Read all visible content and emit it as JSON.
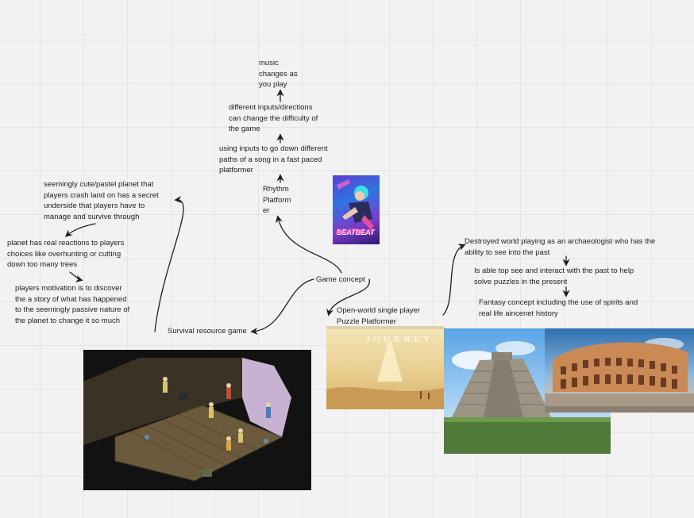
{
  "center": {
    "label": "Game concept"
  },
  "rhythm": {
    "title_lines": [
      "Rhythm",
      "Platform",
      "er"
    ],
    "notes": [
      {
        "lines": [
          "using inputs to go down different",
          "paths of a song in a fast paced",
          "platformer"
        ]
      },
      {
        "lines": [
          "different inputs/directions",
          "can change the difficulty of",
          "the game"
        ]
      },
      {
        "lines": [
          "music",
          "changes as",
          "you play"
        ]
      }
    ],
    "image": {
      "logo_text": "BEATBEAT"
    }
  },
  "survival": {
    "title": "Survival resource game",
    "notes": [
      {
        "lines": [
          "seemingly cute/pastel planet that",
          "players crash land on has a secret",
          "underside that players have to",
          "manage and survive through"
        ]
      },
      {
        "lines": [
          "planet has real reactions to players",
          "choices like overhunting or cutting",
          "down too many trees"
        ]
      },
      {
        "lines": [
          "players motivation is to discover",
          "the a story of what has happened",
          "to the seemingly passive nature of",
          "the planet to change it so much"
        ]
      }
    ]
  },
  "puzzle": {
    "title_lines": [
      "Open-world single player",
      "Puzzle Platformer"
    ],
    "notes": [
      {
        "lines": [
          "Destroyed world  playing as an archaeologist who has the",
          "ability to see into the past"
        ]
      },
      {
        "lines": [
          "Is able top see and interact with the past to help",
          "solve puzzles in the present"
        ]
      },
      {
        "lines": [
          "Fantasy concept including the use of spirits and",
          "real life aincenet history"
        ]
      }
    ],
    "images": {
      "journey_text": "JOURNEY"
    }
  },
  "colors": {
    "ink": "#1f1f1f",
    "board": "#f2f2f2",
    "grid": "#e4e4e4"
  }
}
